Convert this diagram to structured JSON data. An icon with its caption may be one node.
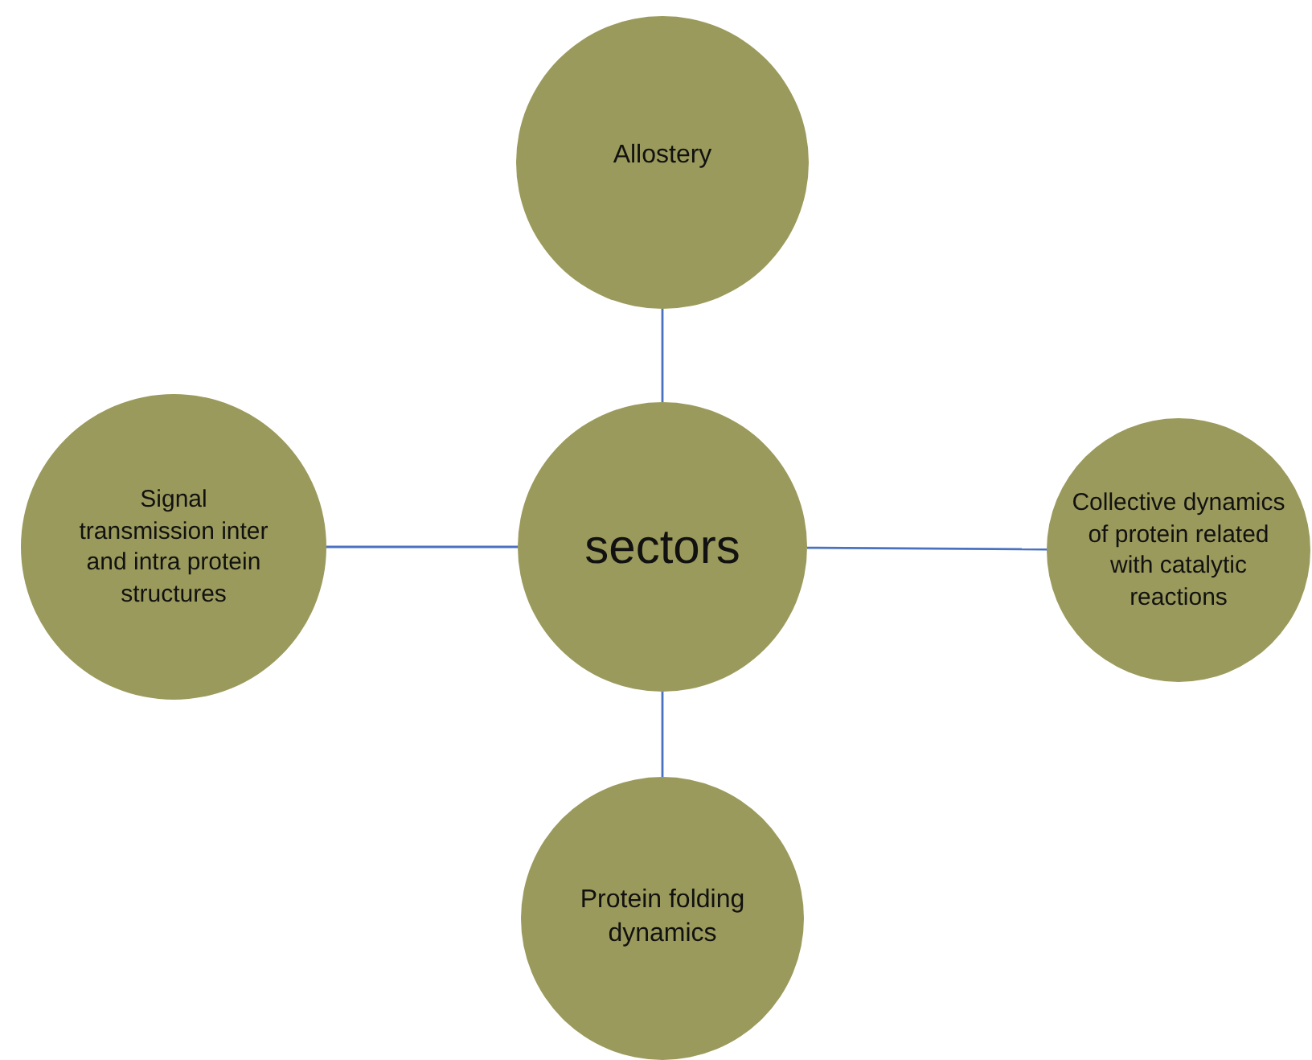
{
  "diagram": {
    "nodes": [
      {
        "text": [
          "Allostery"
        ]
      },
      {
        "text": [
          "Signal transmission inter and intra protein structures"
        ]
      },
      {
        "text": [
          "sectors"
        ]
      },
      {
        "text": [
          "Collective dynamics of protein related with catalytic reactions"
        ]
      },
      {
        "text": [
          "Protein folding dynamics"
        ]
      }
    ],
    "edges": [
      {
        "from": 2,
        "to": 0,
        "arrow": "none"
      },
      {
        "from": 2,
        "to": 1,
        "arrow": "none"
      },
      {
        "from": 2,
        "to": 3,
        "arrow": "none"
      },
      {
        "from": 2,
        "to": 4,
        "arrow": "none"
      }
    ]
  }
}
